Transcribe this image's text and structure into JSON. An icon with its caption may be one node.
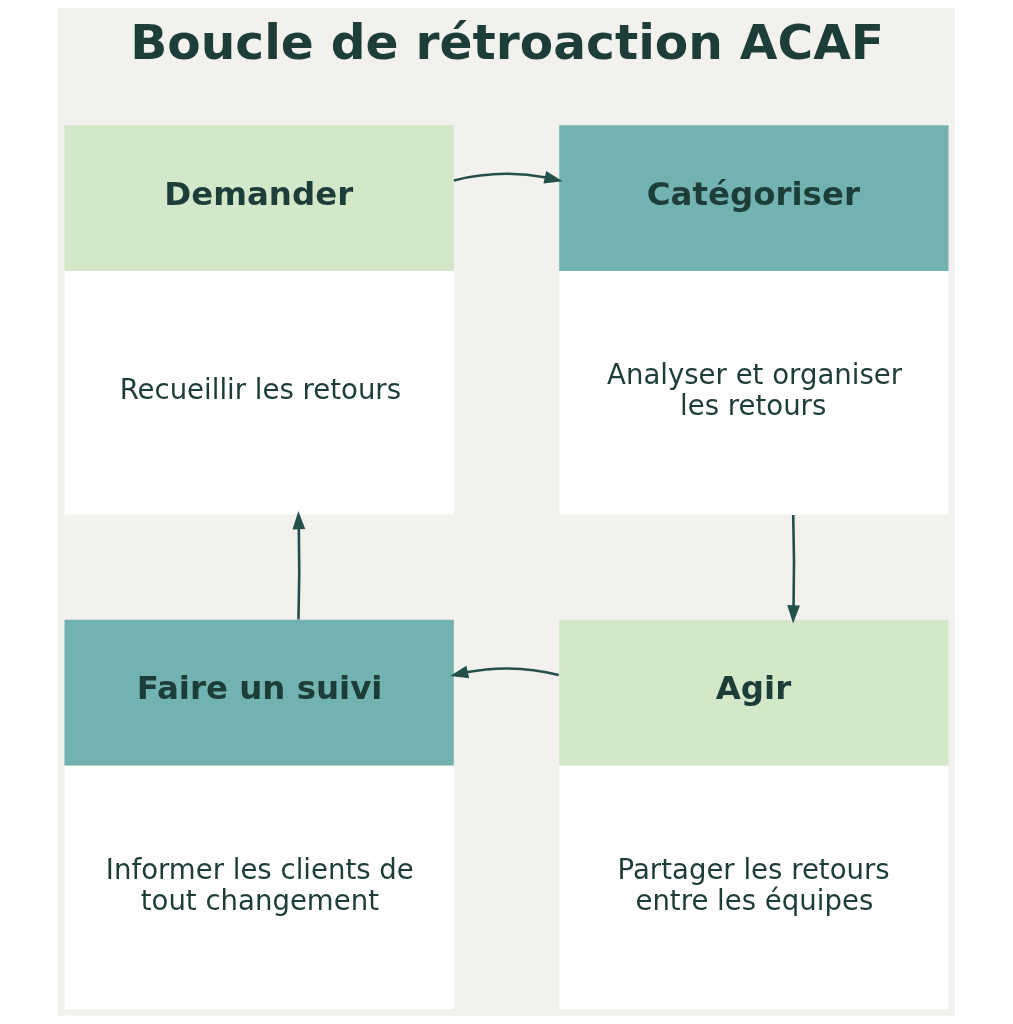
{
  "diagram": {
    "title": "Boucle de rétroaction ACAF",
    "nodes": [
      {
        "text": [
          "Demander",
          "Recueillir les retours"
        ]
      },
      {
        "text": [
          "Catégoriser",
          "Analyser et organiser les retours"
        ]
      },
      {
        "text": [
          "Agir",
          "Partager les retours entre les équipes"
        ]
      },
      {
        "text": [
          "Faire un suivi",
          "Informer les clients de tout changement"
        ]
      }
    ],
    "edges": [
      {
        "from": 0,
        "to": 1,
        "arrow": "to"
      },
      {
        "from": 1,
        "to": 2,
        "arrow": "to"
      },
      {
        "from": 2,
        "to": 3,
        "arrow": "to"
      },
      {
        "from": 3,
        "to": 0,
        "arrow": "to"
      }
    ]
  }
}
